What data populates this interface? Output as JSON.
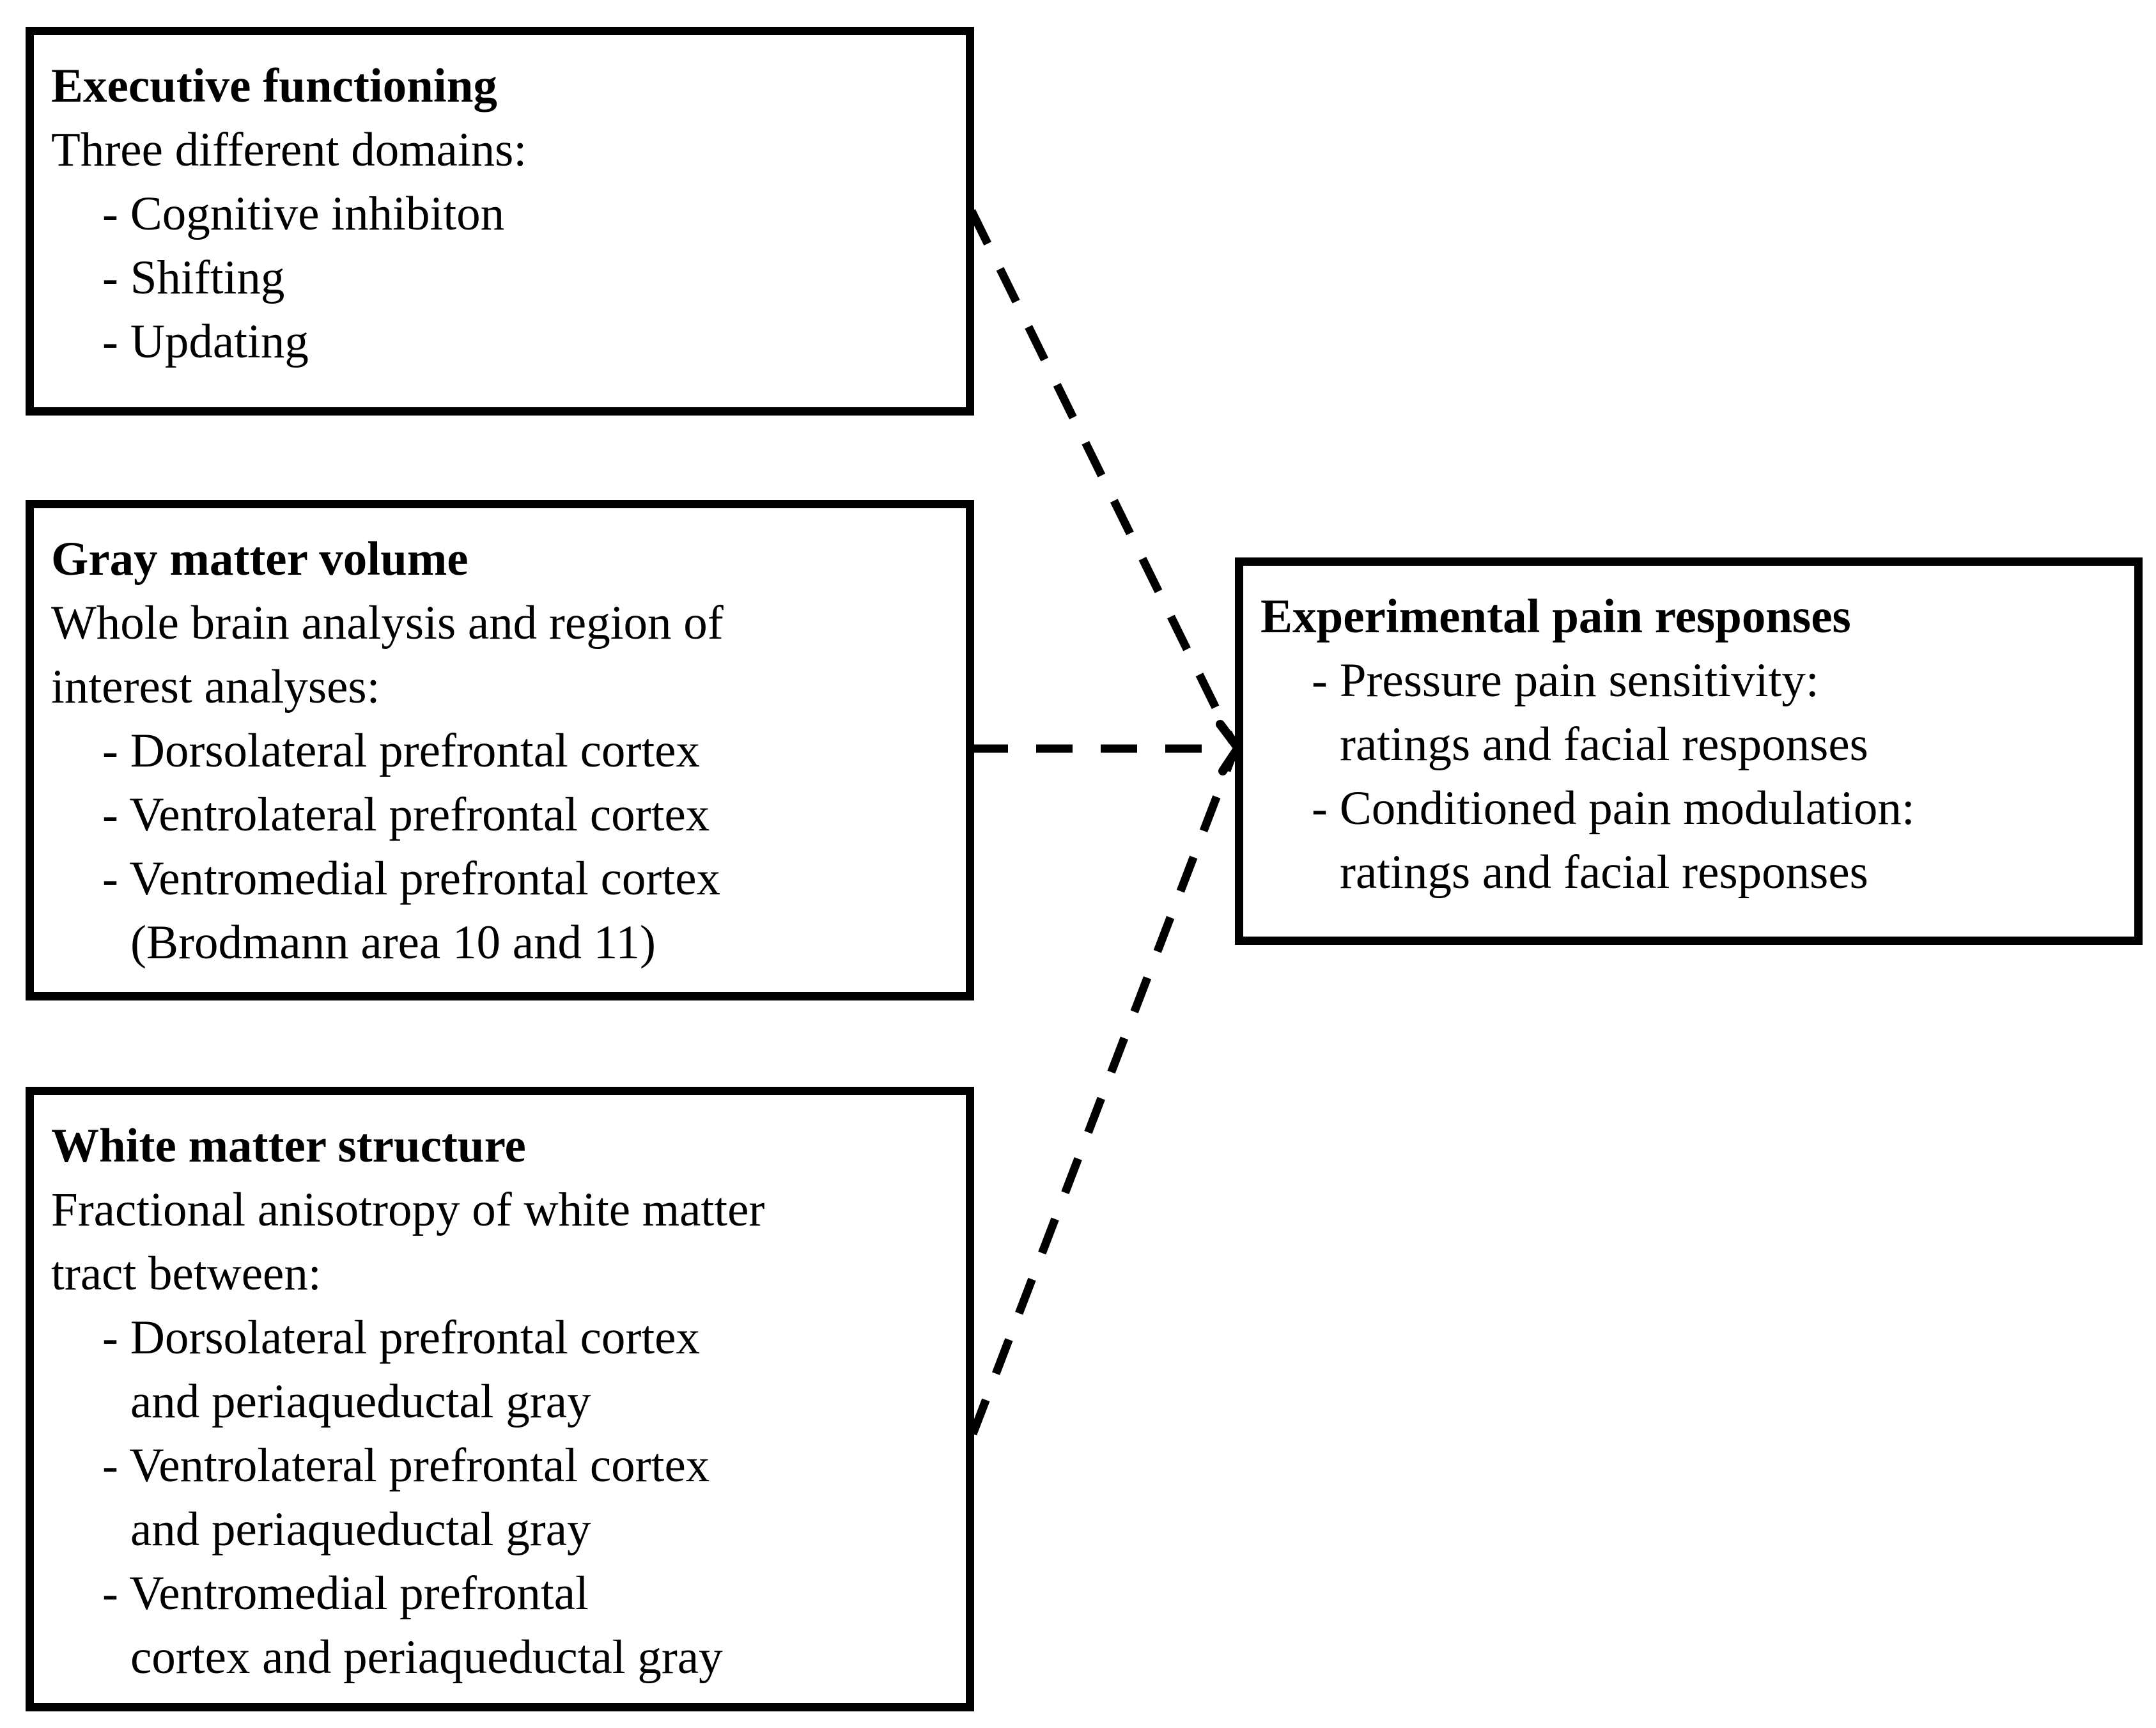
{
  "figure": {
    "background_color": "#ffffff",
    "line_color": "#000000",
    "description": "Study overview diagram: three predictor boxes connected by dashed arrows to experimental pain responses"
  },
  "boxes": {
    "executive": {
      "title": "Executive functioning",
      "line1": "Three different domains:",
      "bullet1": "- Cognitive inhibiton",
      "bullet2": "- Shifting",
      "bullet3": "- Updating"
    },
    "gray_matter": {
      "title": "Gray matter volume",
      "line1": "Whole brain analysis and region of",
      "line2": "interest analyses:",
      "bullet1": "- Dorsolateral prefrontal cortex",
      "bullet2": "- Ventrolateral prefrontal cortex",
      "bullet3": "- Ventromedial prefrontal cortex",
      "bullet3_cont": "(Brodmann area 10 and 11)"
    },
    "white_matter": {
      "title": "White matter structure",
      "line1": "Fractional anisotropy of white matter",
      "line2": "tract between:",
      "bullet1": "- Dorsolateral prefrontal cortex",
      "bullet1_cont": "and periaqueductal gray",
      "bullet2": "- Ventrolateral prefrontal cortex",
      "bullet2_cont": "and periaqueductal gray",
      "bullet3": "- Ventromedial prefrontal",
      "bullet3_cont": "cortex and periaqueductal gray"
    },
    "pain": {
      "title": "Experimental pain responses",
      "bullet1": "- Pressure pain sensitivity:",
      "bullet1_cont": "ratings and facial responses",
      "bullet2": "- Conditioned pain modulation:",
      "bullet2_cont": "ratings and facial responses"
    }
  }
}
